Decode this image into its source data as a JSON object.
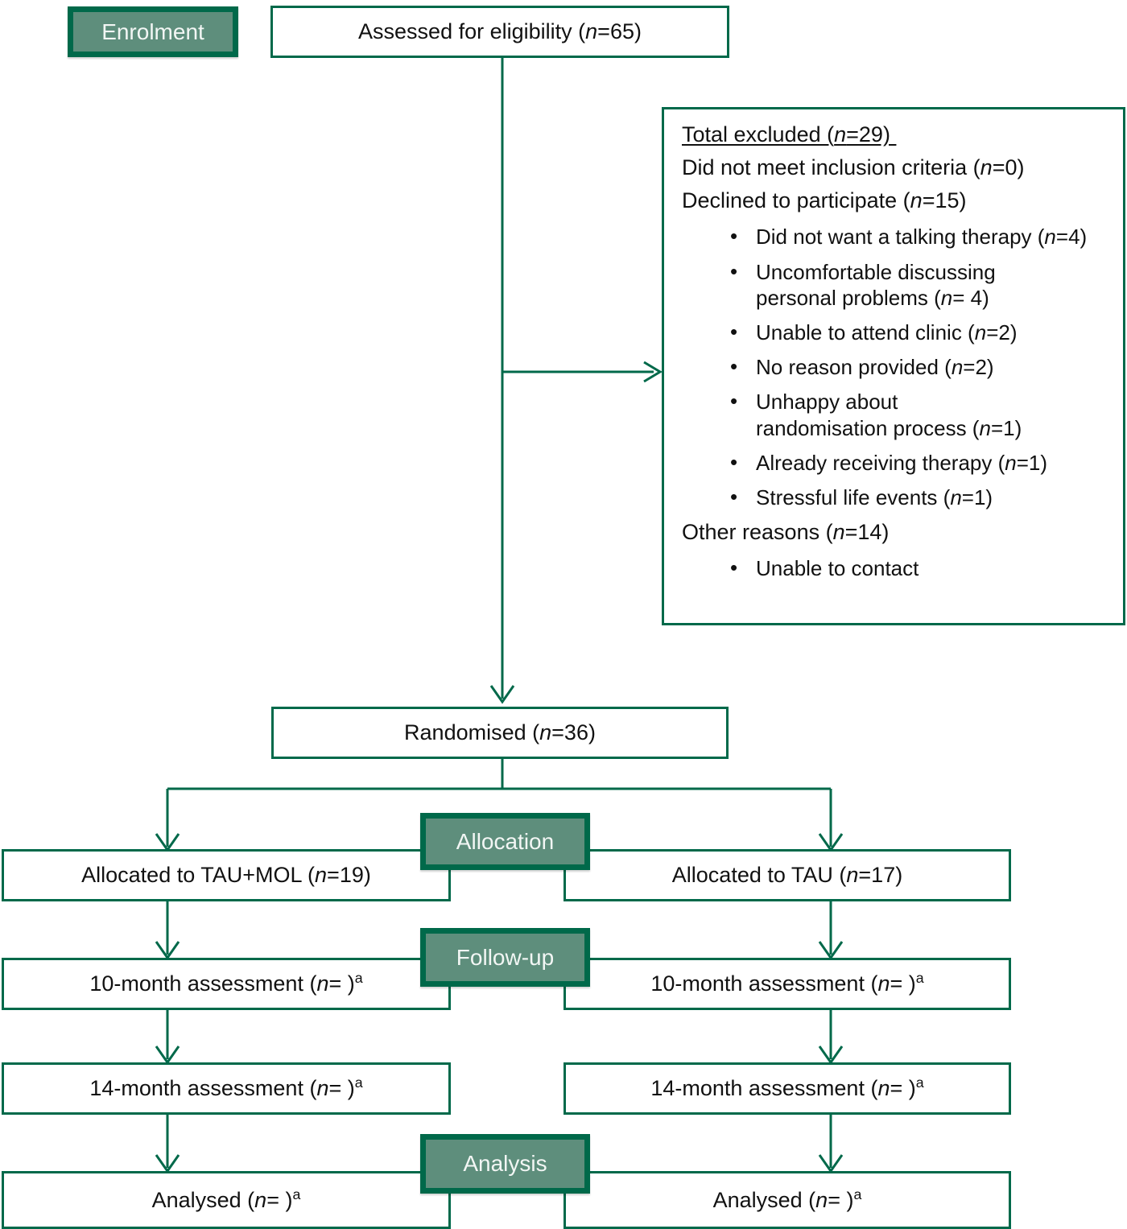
{
  "diagram": {
    "title": "CONSORT participant flow diagram",
    "colors": {
      "border_dark_green": "#00694A",
      "stage_fill_sage": "#5E8E7C",
      "stage_label_text": "#F2F6F4",
      "box_fill": "#FFFFFF",
      "body_text": "#111111"
    }
  },
  "stages": {
    "enrolment": "Enrolment",
    "allocation": "Allocation",
    "followup": "Follow-up",
    "analysis": "Analysis"
  },
  "boxes": {
    "eligibility": {
      "label": "Assessed for eligibility (",
      "n_italic": "n",
      "eq": "=65)",
      "full": "Assessed for eligibility (n = 65)"
    },
    "randomised": {
      "full": "Randomised (n = 36)"
    },
    "allocated_left": {
      "full": "Allocated to TAU+MOL (n = 19)"
    },
    "allocated_right": {
      "full": "Allocated to TAU (n = 17)"
    },
    "assess10_left": {
      "full": "10-month assessment (n = )a"
    },
    "assess10_right": {
      "full": "10-month assessment (n = )a"
    },
    "assess14_left": {
      "full": "14-month assessment (n = )a"
    },
    "assess14_right": {
      "full": "14-month assessment (n = )a"
    },
    "analysed_left": {
      "full": "Analysed (n = )a"
    },
    "analysed_right": {
      "full": "Analysed (n = )a"
    }
  },
  "exclusions": {
    "heading": "Total excluded (n = 29)",
    "heading_text": "Total excluded (",
    "heading_n": "n",
    "heading_tail": "=29) ",
    "lines": [
      {
        "text": "Did not meet inclusion criteria (",
        "n": "n",
        "tail": "=0)"
      },
      {
        "text": "Declined to participate (",
        "n": "n",
        "tail": "=15)"
      }
    ],
    "declined_reasons": [
      {
        "text": "Did not want a talking therapy (",
        "n": "n",
        "tail": "=4)",
        "wrap": null
      },
      {
        "text": "Uncomfortable discussing",
        "wrap": "personal problems (",
        "n": "n",
        "tail": "= 4)"
      },
      {
        "text": "Unable to attend clinic (",
        "n": "n",
        "tail": "=2)",
        "wrap": null
      },
      {
        "text": "No reason provided (",
        "n": "n",
        "tail": "=2)",
        "wrap": null
      },
      {
        "text": "Unhappy about",
        "wrap": "randomisation process (",
        "n": "n",
        "tail": "=1)"
      },
      {
        "text": "Already receiving therapy (",
        "n": "n",
        "tail": "=1)",
        "wrap": null
      },
      {
        "text": "Stressful life events (",
        "n": "n",
        "tail": "=1)",
        "wrap": null
      }
    ],
    "other_heading": {
      "text": "Other reasons (",
      "n": "n",
      "tail": "=14)"
    },
    "other_reasons": [
      {
        "text": "Unable to contact",
        "wrap": null,
        "n": "",
        "tail": ""
      }
    ]
  },
  "values": {
    "assessed_for_eligibility": 65,
    "total_excluded": 29,
    "did_not_meet_inclusion_criteria": 0,
    "declined_to_participate": 15,
    "other_reasons": 14,
    "randomised": 36,
    "allocated_tau_mol": 19,
    "allocated_tau": 17
  },
  "footnote_marker": "a"
}
